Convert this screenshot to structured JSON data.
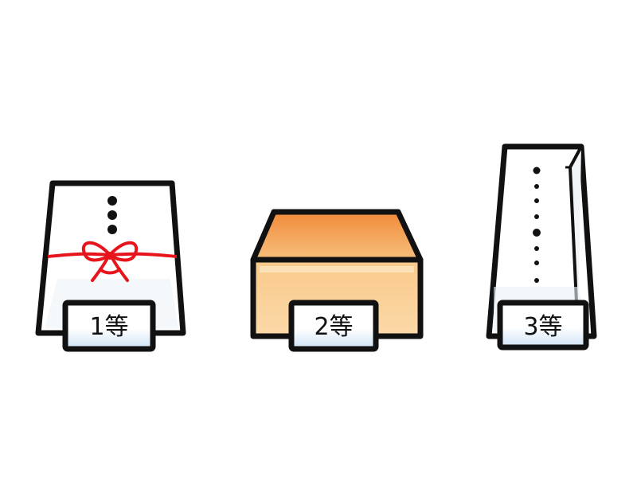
{
  "colors": {
    "background": "#ffffff",
    "outline": "#111111",
    "ribbon": "#e8141b",
    "box_top_light": "#f6b76e",
    "box_top_dark": "#f08a3a",
    "box_front": "#f8c98a",
    "card_tint": "#cfe3f6",
    "envelope_white": "#ffffff"
  },
  "prizes": [
    {
      "label": "1等",
      "item": "red-ribbon-envelope-icon"
    },
    {
      "label": "2等",
      "item": "orange-gift-box-icon"
    },
    {
      "label": "3等",
      "item": "tall-paper-bag-icon"
    }
  ]
}
